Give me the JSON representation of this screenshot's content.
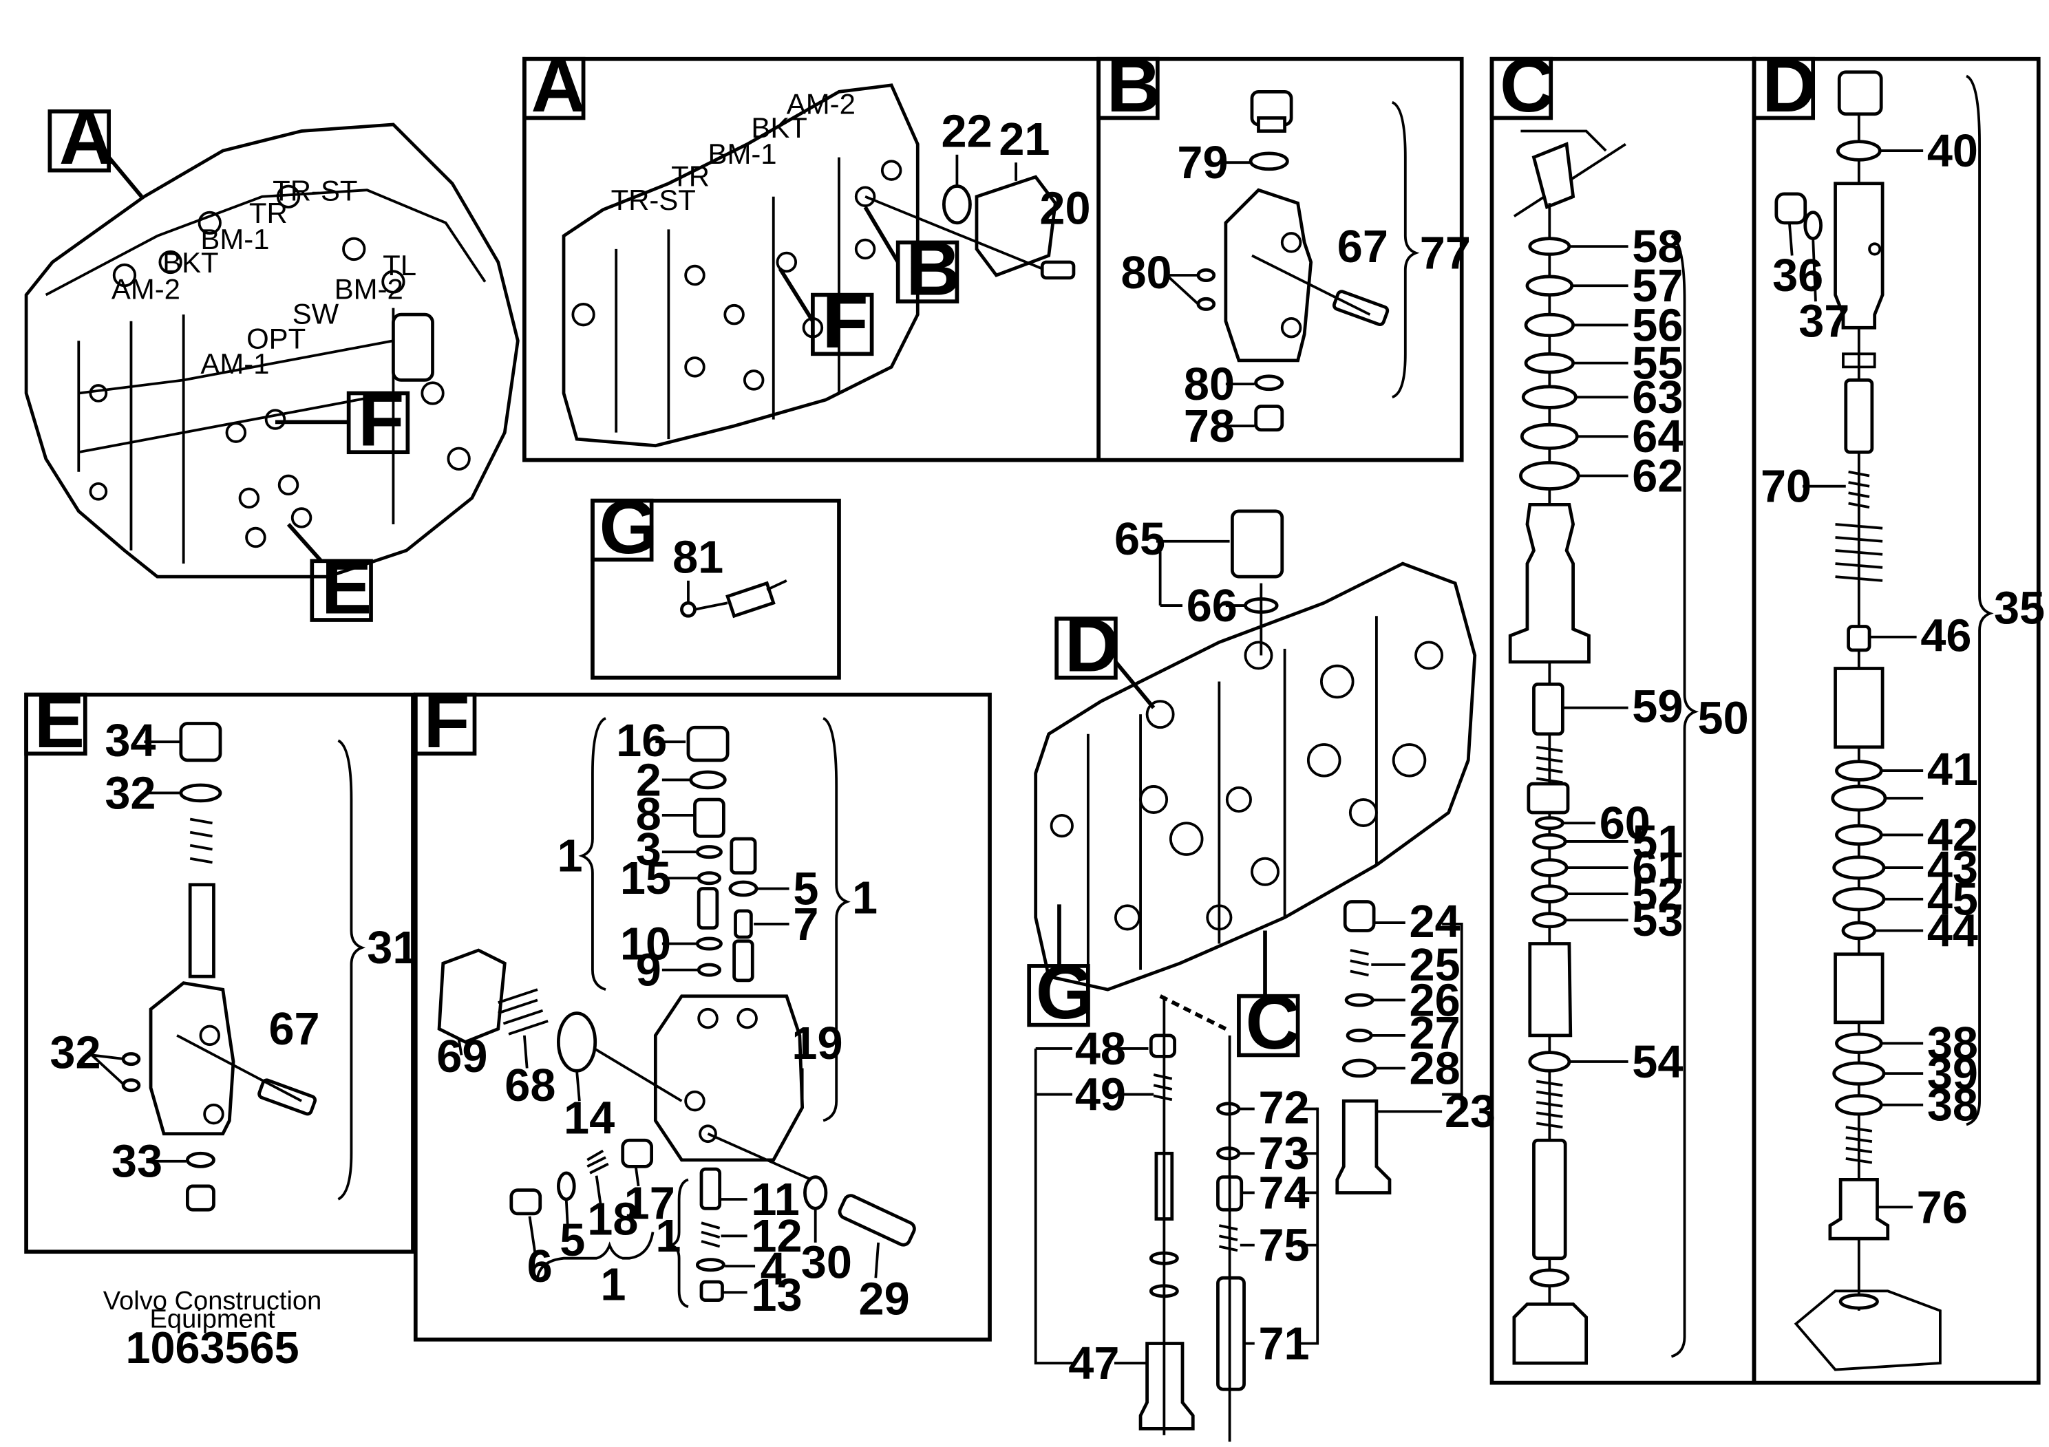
{
  "panels": {
    "A": "A",
    "B": "B",
    "C": "C",
    "D": "D",
    "E": "E",
    "F": "F",
    "G": "G"
  },
  "overview": {
    "callouts": [
      "A",
      "F",
      "E"
    ],
    "port_labels": [
      "TR-ST",
      "TR",
      "BM-1",
      "BKT",
      "AM-2",
      "TL",
      "BM-2",
      "SW",
      "OPT",
      "AM-1"
    ]
  },
  "panel_a": {
    "port_labels": [
      "AM-2",
      "BKT",
      "BM-1",
      "TR",
      "TR-ST"
    ],
    "callouts": [
      "B",
      "F"
    ],
    "parts": [
      "22",
      "21",
      "20"
    ]
  },
  "panel_b": {
    "parts": [
      "79",
      "80",
      "67",
      "77",
      "80",
      "78"
    ]
  },
  "panel_c": {
    "parts": [
      "58",
      "57",
      "56",
      "55",
      "63",
      "64",
      "62",
      "59",
      "50",
      "60",
      "51",
      "61",
      "52",
      "53",
      "54"
    ]
  },
  "panel_d": {
    "parts": [
      "40",
      "36",
      "37",
      "70",
      "35",
      "46",
      "41",
      "42",
      "43",
      "45",
      "44",
      "38",
      "39",
      "38",
      "76"
    ]
  },
  "panel_e": {
    "parts": [
      "34",
      "32",
      "31",
      "67",
      "32",
      "33"
    ]
  },
  "panel_f": {
    "parts": [
      "16",
      "2",
      "8",
      "3",
      "1",
      "15",
      "5",
      "1",
      "7",
      "10",
      "9",
      "69",
      "68",
      "14",
      "19",
      "6",
      "5",
      "18",
      "17",
      "11",
      "12",
      "4",
      "13",
      "30",
      "29",
      "1",
      "1"
    ]
  },
  "panel_g": {
    "parts": [
      "81"
    ]
  },
  "center": {
    "callouts": [
      "D",
      "G",
      "C"
    ],
    "parts": [
      "65",
      "66",
      "24",
      "25",
      "26",
      "27",
      "28",
      "23",
      "48",
      "49",
      "72",
      "73",
      "74",
      "75",
      "71",
      "47"
    ]
  },
  "footer": {
    "company_line1": "Volvo Construction",
    "company_line2": "Equipment",
    "drawing_number": "1063565"
  }
}
